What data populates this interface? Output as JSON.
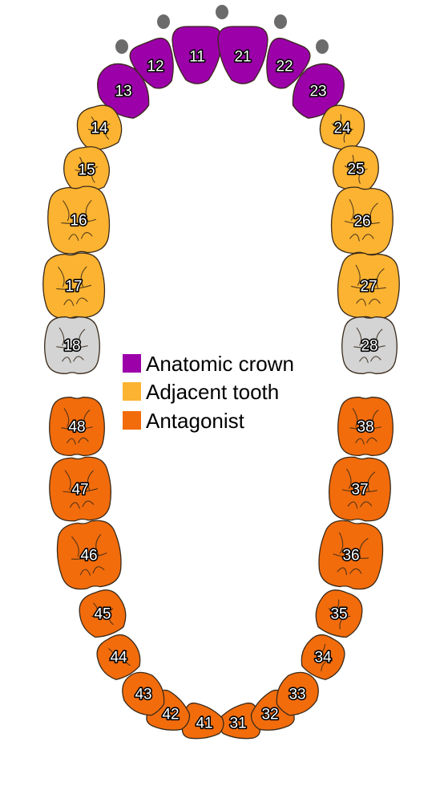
{
  "colors": {
    "anatomic_crown": "#9b00a9",
    "adjacent_tooth": "#fbb331",
    "antagonist": "#f26c0c",
    "untreated": "#d4d4d4",
    "implant_marker": "#6b6b6b"
  },
  "legend": [
    {
      "label": "Anatomic crown",
      "color": "#9b00a9"
    },
    {
      "label": "Adjacent tooth",
      "color": "#fbb331"
    },
    {
      "label": "Antagonist",
      "color": "#f26c0c"
    }
  ],
  "teeth": [
    {
      "number": "11",
      "status": "anatomic_crown",
      "kind": "incisor"
    },
    {
      "number": "12",
      "status": "anatomic_crown",
      "kind": "incisor"
    },
    {
      "number": "13",
      "status": "anatomic_crown",
      "kind": "canine"
    },
    {
      "number": "14",
      "status": "adjacent_tooth",
      "kind": "premolar"
    },
    {
      "number": "15",
      "status": "adjacent_tooth",
      "kind": "premolar"
    },
    {
      "number": "16",
      "status": "adjacent_tooth",
      "kind": "molar"
    },
    {
      "number": "17",
      "status": "adjacent_tooth",
      "kind": "molar"
    },
    {
      "number": "18",
      "status": "untreated",
      "kind": "molar"
    },
    {
      "number": "21",
      "status": "anatomic_crown",
      "kind": "incisor"
    },
    {
      "number": "22",
      "status": "anatomic_crown",
      "kind": "incisor"
    },
    {
      "number": "23",
      "status": "anatomic_crown",
      "kind": "canine"
    },
    {
      "number": "24",
      "status": "adjacent_tooth",
      "kind": "premolar"
    },
    {
      "number": "25",
      "status": "adjacent_tooth",
      "kind": "premolar"
    },
    {
      "number": "26",
      "status": "adjacent_tooth",
      "kind": "molar"
    },
    {
      "number": "27",
      "status": "adjacent_tooth",
      "kind": "molar"
    },
    {
      "number": "28",
      "status": "untreated",
      "kind": "molar"
    },
    {
      "number": "31",
      "status": "antagonist",
      "kind": "incisor"
    },
    {
      "number": "32",
      "status": "antagonist",
      "kind": "incisor"
    },
    {
      "number": "33",
      "status": "antagonist",
      "kind": "canine"
    },
    {
      "number": "34",
      "status": "antagonist",
      "kind": "premolar"
    },
    {
      "number": "35",
      "status": "antagonist",
      "kind": "premolar"
    },
    {
      "number": "36",
      "status": "antagonist",
      "kind": "molar"
    },
    {
      "number": "37",
      "status": "antagonist",
      "kind": "molar"
    },
    {
      "number": "38",
      "status": "antagonist",
      "kind": "molar"
    },
    {
      "number": "41",
      "status": "antagonist",
      "kind": "incisor"
    },
    {
      "number": "42",
      "status": "antagonist",
      "kind": "incisor"
    },
    {
      "number": "43",
      "status": "antagonist",
      "kind": "canine"
    },
    {
      "number": "44",
      "status": "antagonist",
      "kind": "premolar"
    },
    {
      "number": "45",
      "status": "antagonist",
      "kind": "premolar"
    },
    {
      "number": "46",
      "status": "antagonist",
      "kind": "molar"
    },
    {
      "number": "47",
      "status": "antagonist",
      "kind": "molar"
    },
    {
      "number": "48",
      "status": "antagonist",
      "kind": "molar"
    }
  ],
  "implant_markers": [
    "13",
    "12",
    "11",
    "21",
    "22",
    "23"
  ]
}
